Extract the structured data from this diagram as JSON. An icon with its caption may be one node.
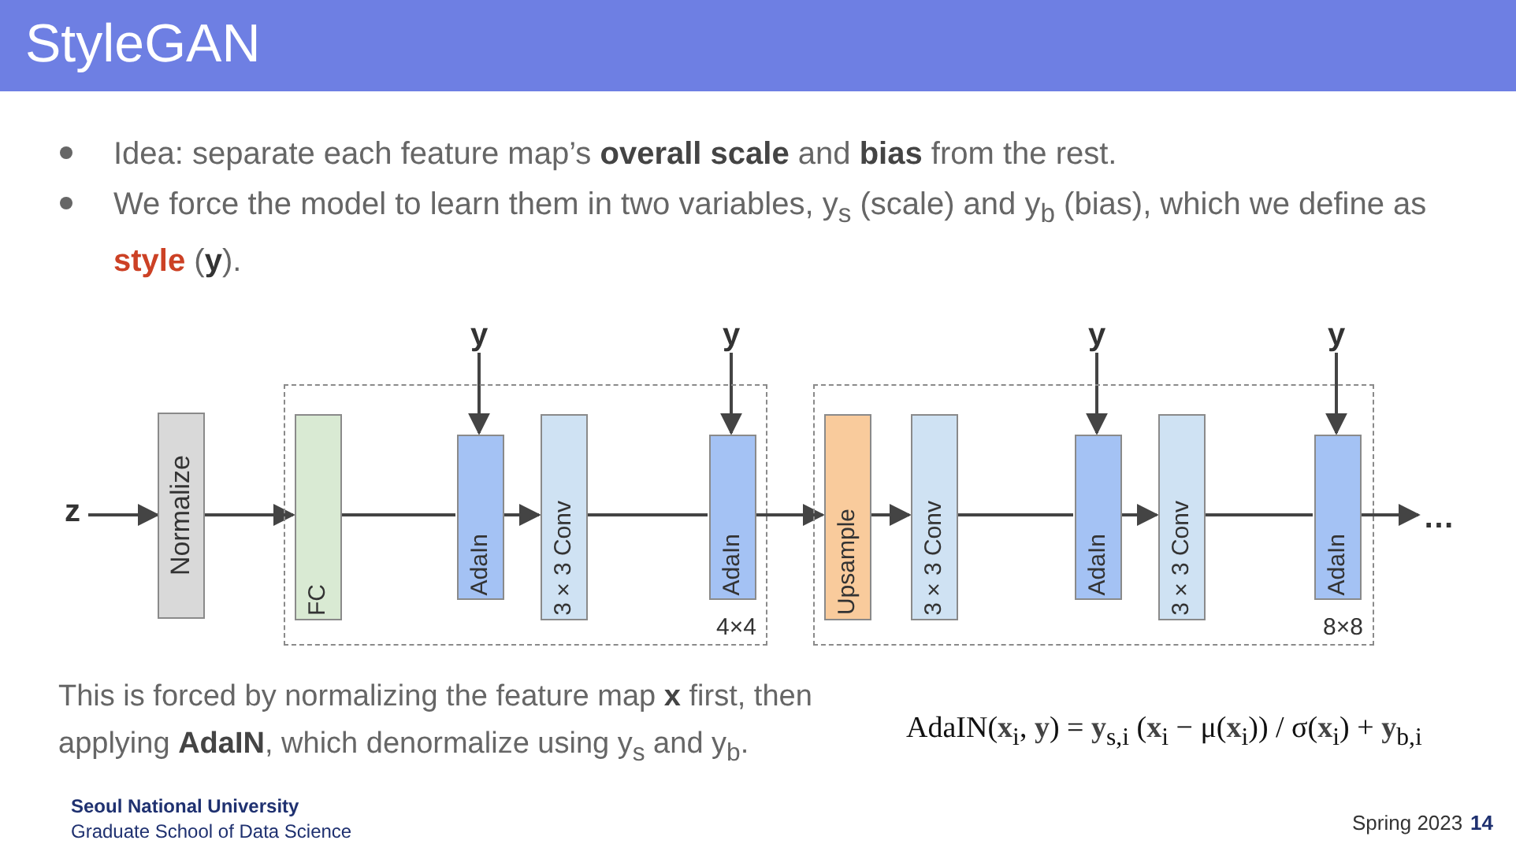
{
  "diagram": {
    "title": "StyleGAN",
    "nodes": [
      {
        "text": [
          "z"
        ]
      },
      {
        "text": [
          "Normalize"
        ]
      },
      {
        "text": [
          "4×4"
        ]
      },
      {
        "text": [
          "FC"
        ],
        "in": 2
      },
      {
        "text": [
          "AdaIn"
        ],
        "in": 2
      },
      {
        "text": [
          "3×3 Conv"
        ],
        "in": 2
      },
      {
        "text": [
          "AdaIn"
        ],
        "in": 2
      },
      {
        "text": [
          "8×8"
        ]
      },
      {
        "text": [
          "Upsample"
        ],
        "in": 7
      },
      {
        "text": [
          "3×3 Conv"
        ],
        "in": 7
      },
      {
        "text": [
          "AdaIn"
        ],
        "in": 7
      },
      {
        "text": [
          "3×3 Conv"
        ],
        "in": 7
      },
      {
        "text": [
          "AdaIn"
        ],
        "in": 7
      },
      {
        "text": [
          "…"
        ]
      },
      {
        "text": [
          "y"
        ]
      },
      {
        "text": [
          "y"
        ]
      },
      {
        "text": [
          "y"
        ]
      },
      {
        "text": [
          "y"
        ]
      }
    ],
    "edges": [
      {
        "from": 0,
        "to": 1,
        "arrow": "to"
      },
      {
        "from": 1,
        "to": 3,
        "arrow": "to"
      },
      {
        "from": 3,
        "to": 4,
        "arrow": "none"
      },
      {
        "from": 4,
        "to": 5,
        "arrow": "to"
      },
      {
        "from": 5,
        "to": 6,
        "arrow": "none"
      },
      {
        "from": 6,
        "to": 8,
        "arrow": "to"
      },
      {
        "from": 8,
        "to": 9,
        "arrow": "to"
      },
      {
        "from": 9,
        "to": 10,
        "arrow": "none"
      },
      {
        "from": 10,
        "to": 11,
        "arrow": "to"
      },
      {
        "from": 11,
        "to": 12,
        "arrow": "none"
      },
      {
        "from": 12,
        "to": 13,
        "arrow": "to"
      },
      {
        "from": 14,
        "to": 4,
        "arrow": "to"
      },
      {
        "from": 15,
        "to": 6,
        "arrow": "to"
      },
      {
        "from": 16,
        "to": 10,
        "arrow": "to"
      },
      {
        "from": 17,
        "to": 12,
        "arrow": "to"
      }
    ],
    "labels": [
      "Idea: separate each feature map’s **overall scale** and **bias** from the rest.",
      "We force the model to learn them in two variables, y$_{s}$ (scale) and y$_{b}$ (bias), which we define as **style** (**y**).",
      "This is forced by normalizing the feature map **x** first, then applying **AdaIN**, which denormalize using y$_{s}$ and y$_{b}$.",
      "AdaIN(**x**$_{i}$, **y**) = **y**$_{s,i}$ (**x**$_{i}$ − μ(**x**$_{i}$)) / σ(**x**$_{i}$) + **y**$_{b,i}$",
      "Seoul National University",
      "Graduate School of Data Science",
      "Spring 2023",
      "14"
    ]
  }
}
